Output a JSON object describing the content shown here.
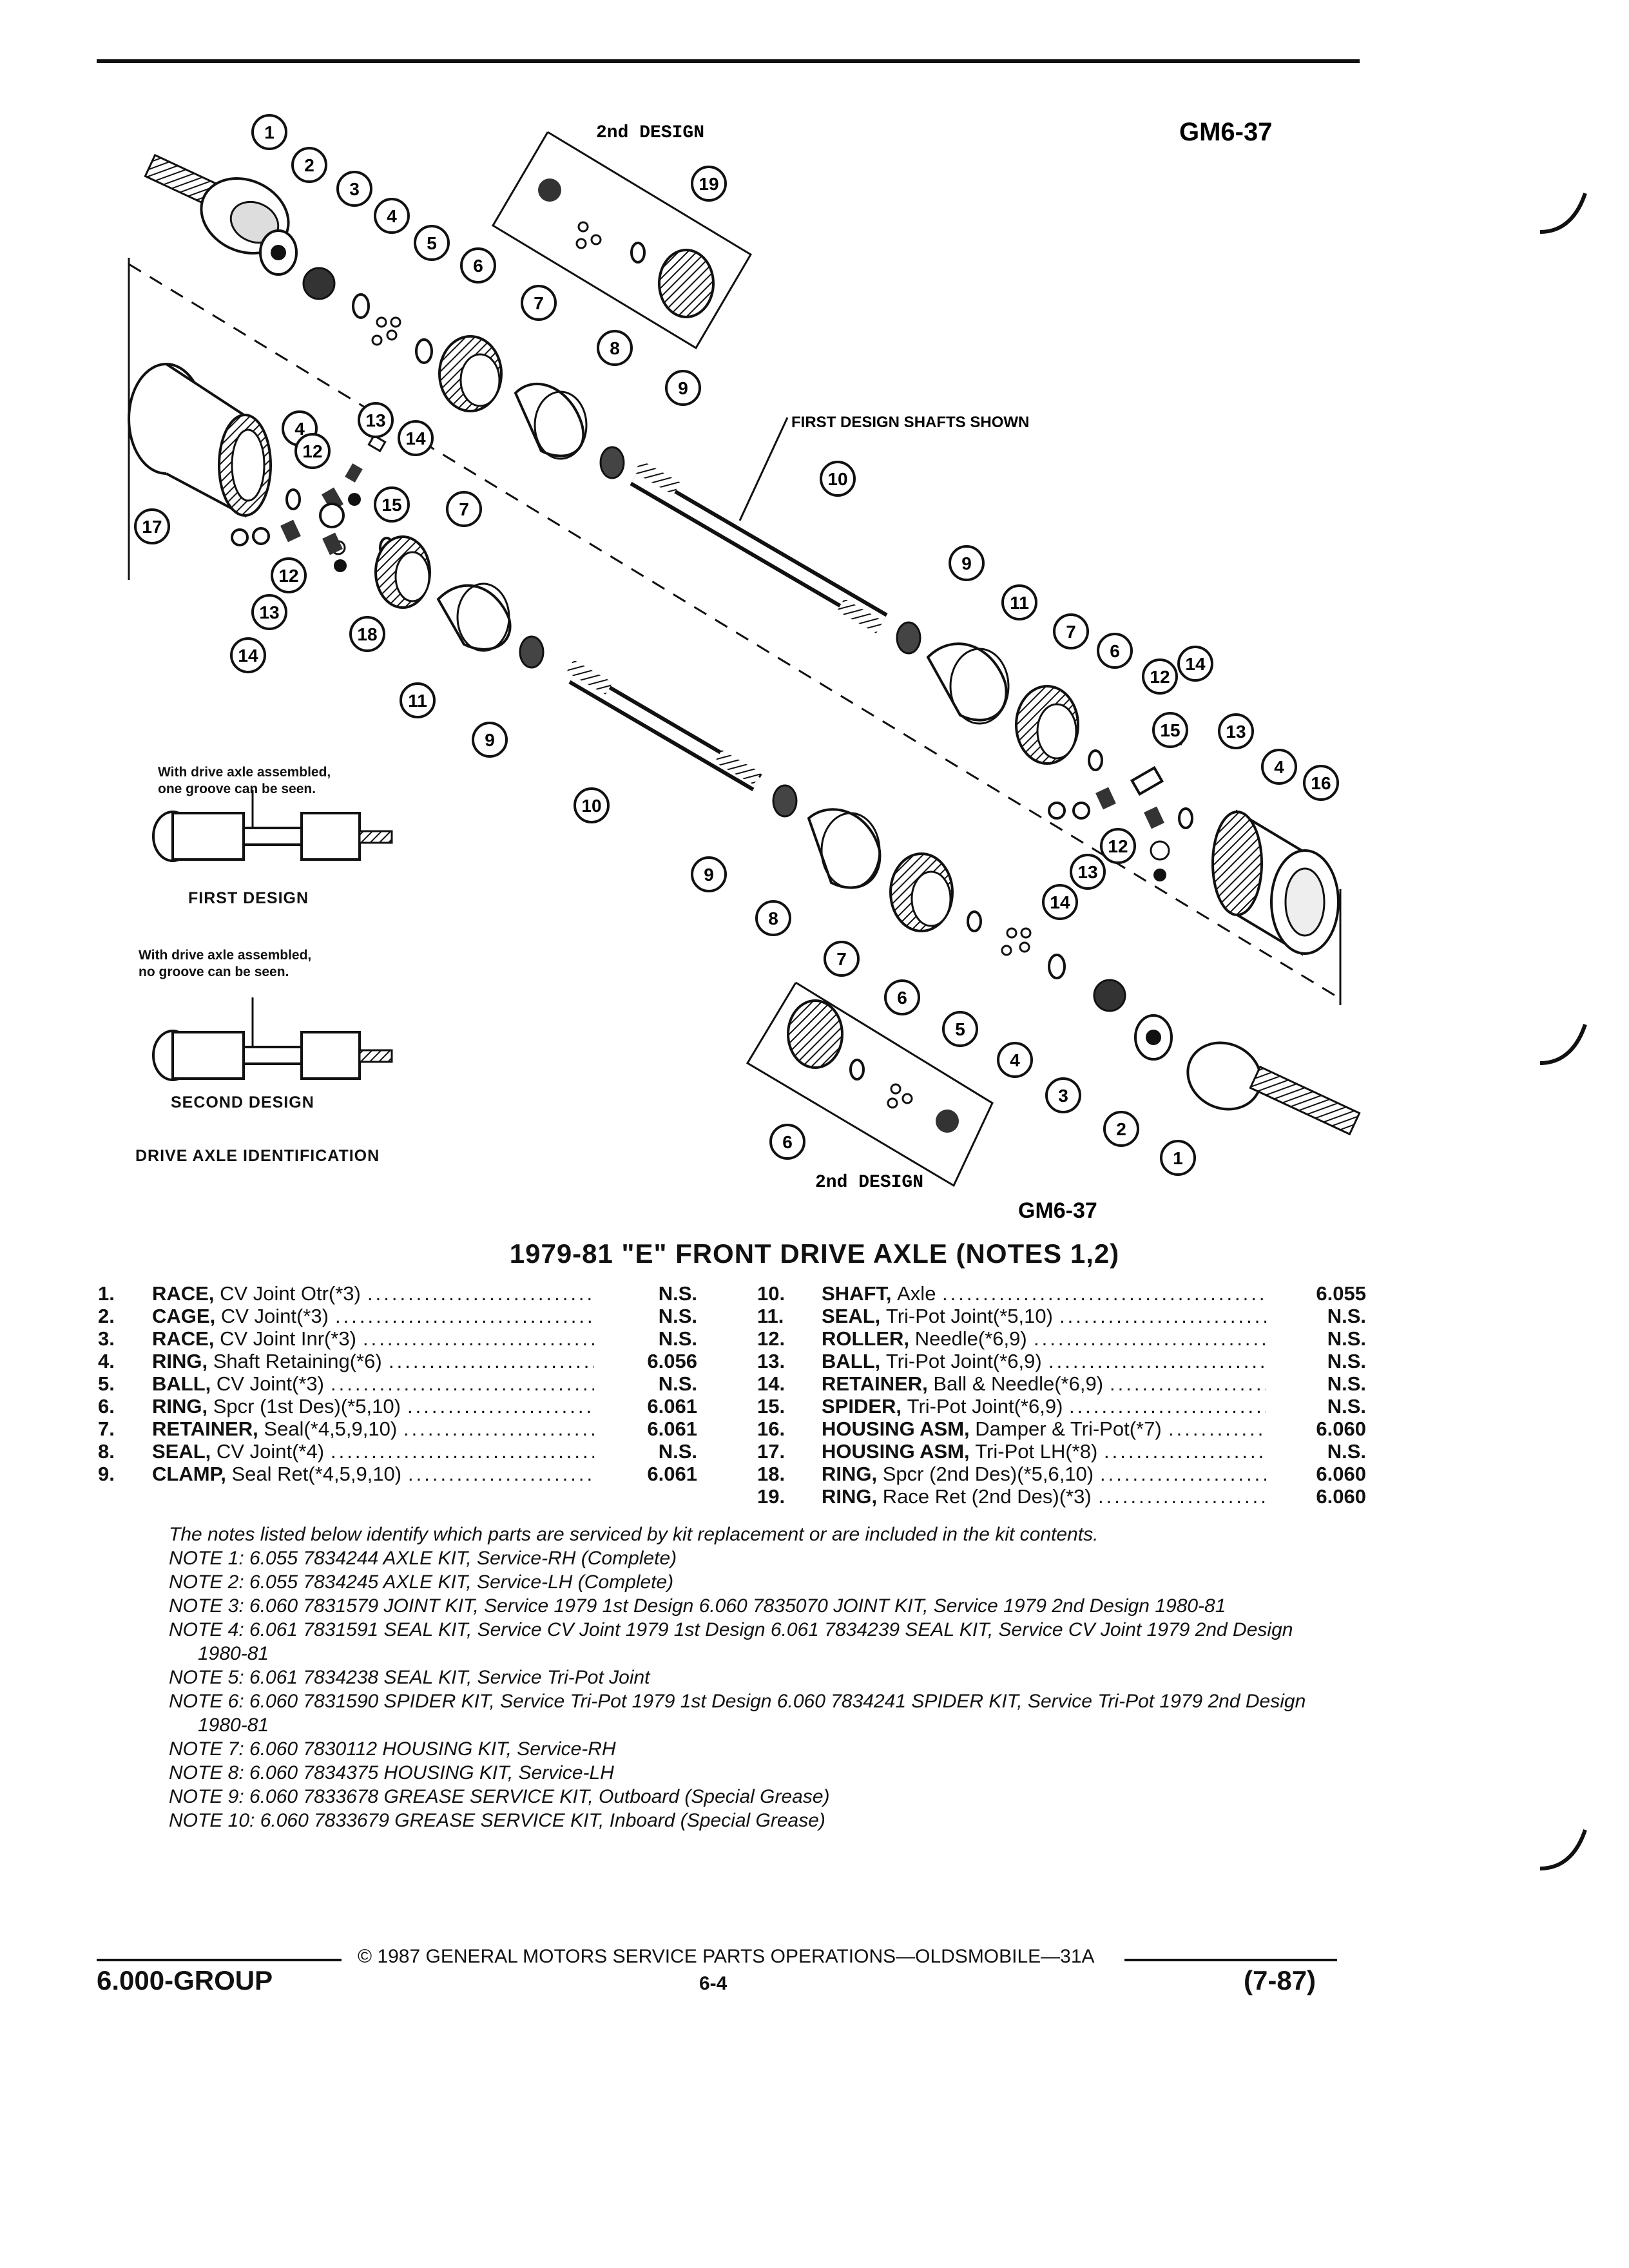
{
  "figure": {
    "code_top": "GM6-37",
    "code_bottom": "GM6-37",
    "label_2nd_design_top": "2nd DESIGN",
    "label_2nd_design_bottom": "2nd DESIGN",
    "label_first_design_shafts": "FIRST DESIGN SHAFTS SHOWN"
  },
  "axle_identification": {
    "first_note_line1": "With drive axle assembled,",
    "first_note_line2": "one groove can be seen.",
    "first_caption": "FIRST DESIGN",
    "second_note_line1": "With drive axle assembled,",
    "second_note_line2": "no groove can be seen.",
    "second_caption": "SECOND DESIGN",
    "caption": "DRIVE AXLE IDENTIFICATION"
  },
  "callouts_upper": [
    "1",
    "2",
    "3",
    "4",
    "5",
    "6",
    "7",
    "8",
    "9",
    "19",
    "13",
    "14",
    "4",
    "12",
    "15",
    "7",
    "17",
    "12",
    "13",
    "14",
    "18",
    "11",
    "9",
    "10"
  ],
  "callouts_lower": [
    "10",
    "9",
    "11",
    "7",
    "6",
    "12",
    "14",
    "15",
    "13",
    "4",
    "16",
    "12",
    "13",
    "14",
    "9",
    "8",
    "7",
    "6",
    "5",
    "4",
    "3",
    "2",
    "1",
    "6"
  ],
  "section_title": "1979-81 \"E\" FRONT DRIVE AXLE (NOTES 1,2)",
  "parts_left": [
    {
      "num": "1.",
      "name": "RACE,",
      "desc": "CV Joint Otr(*3)",
      "code": "N.S."
    },
    {
      "num": "2.",
      "name": "CAGE,",
      "desc": "CV Joint(*3)",
      "code": "N.S."
    },
    {
      "num": "3.",
      "name": "RACE,",
      "desc": "CV Joint Inr(*3)",
      "code": "N.S."
    },
    {
      "num": "4.",
      "name": "RING,",
      "desc": "Shaft Retaining(*6)",
      "code": "6.056"
    },
    {
      "num": "5.",
      "name": "BALL,",
      "desc": "CV Joint(*3)",
      "code": "N.S."
    },
    {
      "num": "6.",
      "name": "RING,",
      "desc": "Spcr (1st Des)(*5,10)",
      "code": "6.061"
    },
    {
      "num": "7.",
      "name": "RETAINER,",
      "desc": "Seal(*4,5,9,10)",
      "code": "6.061"
    },
    {
      "num": "8.",
      "name": "SEAL,",
      "desc": "CV Joint(*4)",
      "code": "N.S."
    },
    {
      "num": "9.",
      "name": "CLAMP,",
      "desc": "Seal Ret(*4,5,9,10)",
      "code": "6.061"
    }
  ],
  "parts_right": [
    {
      "num": "10.",
      "name": "SHAFT,",
      "desc": "Axle",
      "code": "6.055"
    },
    {
      "num": "11.",
      "name": "SEAL,",
      "desc": "Tri-Pot Joint(*5,10)",
      "code": "N.S."
    },
    {
      "num": "12.",
      "name": "ROLLER,",
      "desc": "Needle(*6,9)",
      "code": "N.S."
    },
    {
      "num": "13.",
      "name": "BALL,",
      "desc": "Tri-Pot Joint(*6,9)",
      "code": "N.S."
    },
    {
      "num": "14.",
      "name": "RETAINER,",
      "desc": "Ball & Needle(*6,9)",
      "code": "N.S."
    },
    {
      "num": "15.",
      "name": "SPIDER,",
      "desc": "Tri-Pot Joint(*6,9)",
      "code": "N.S."
    },
    {
      "num": "16.",
      "name": "HOUSING ASM,",
      "desc": "Damper & Tri-Pot(*7)",
      "code": "6.060"
    },
    {
      "num": "17.",
      "name": "HOUSING ASM,",
      "desc": "Tri-Pot LH(*8)",
      "code": "N.S."
    },
    {
      "num": "18.",
      "name": "RING,",
      "desc": "Spcr (2nd Des)(*5,6,10)",
      "code": "6.060"
    },
    {
      "num": "19.",
      "name": "RING,",
      "desc": "Race Ret (2nd Des)(*3)",
      "code": "6.060"
    }
  ],
  "notes_intro": "The notes listed below identify which parts are serviced by kit replacement or are included in the kit contents.",
  "notes": [
    "NOTE 1: 6.055 7834244 AXLE KIT, Service-RH (Complete)",
    "NOTE 2: 6.055 7834245 AXLE KIT, Service-LH (Complete)",
    "NOTE 3: 6.060 7831579 JOINT KIT, Service 1979 1st Design 6.060 7835070 JOINT KIT, Service 1979 2nd Design 1980-81",
    "NOTE 4: 6.061 7831591 SEAL KIT, Service CV Joint 1979 1st Design 6.061 7834239 SEAL KIT, Service CV Joint 1979 2nd Design 1980-81",
    "NOTE 5: 6.061 7834238 SEAL KIT, Service Tri-Pot Joint",
    "NOTE 6: 6.060 7831590 SPIDER KIT, Service Tri-Pot 1979 1st Design 6.060 7834241 SPIDER KIT, Service Tri-Pot 1979 2nd Design 1980-81",
    "NOTE 7: 6.060 7830112 HOUSING KIT, Service-RH",
    "NOTE 8: 6.060 7834375 HOUSING KIT, Service-LH",
    "NOTE 9: 6.060 7833678 GREASE SERVICE KIT, Outboard (Special Grease)",
    "NOTE 10: 6.060 7833679 GREASE SERVICE KIT, Inboard (Special Grease)"
  ],
  "footer": {
    "copyright": "© 1987 GENERAL MOTORS SERVICE PARTS OPERATIONS—OLDSMOBILE—31A",
    "group": "6.000-GROUP",
    "page": "6-4",
    "date": "(7-87)"
  }
}
